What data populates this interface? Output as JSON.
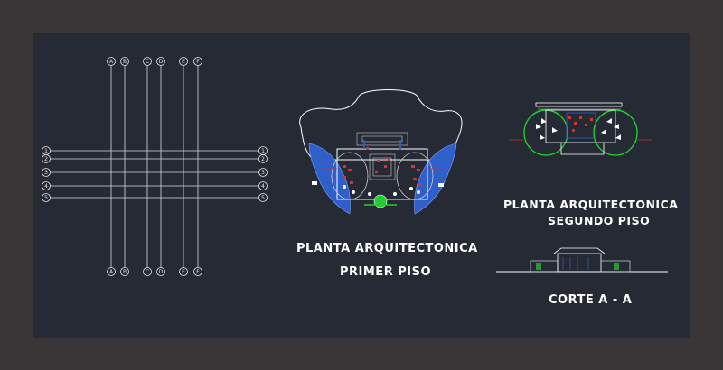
{
  "titles": {
    "planta_primer_line1": "PLANTA ARQUITECTONICA",
    "planta_primer_line2": "PRIMER PISO",
    "planta_segundo_line1": "PLANTA ARQUITECTONICA",
    "planta_segundo_line2": "SEGUNDO PISO",
    "corte": "CORTE A - A"
  },
  "grid_axes": {
    "columns": [
      "A",
      "B",
      "C",
      "D",
      "E",
      "F"
    ],
    "rows": [
      "1",
      "2",
      "3",
      "4",
      "5"
    ]
  },
  "colors": {
    "window_frame": "#3a3537",
    "model_space": "#262a34",
    "lines": "#e6e6e6",
    "blue_fill": "#2f5fc8",
    "green": "#22cc33",
    "red": "#d93030",
    "text": "#ffffff"
  }
}
